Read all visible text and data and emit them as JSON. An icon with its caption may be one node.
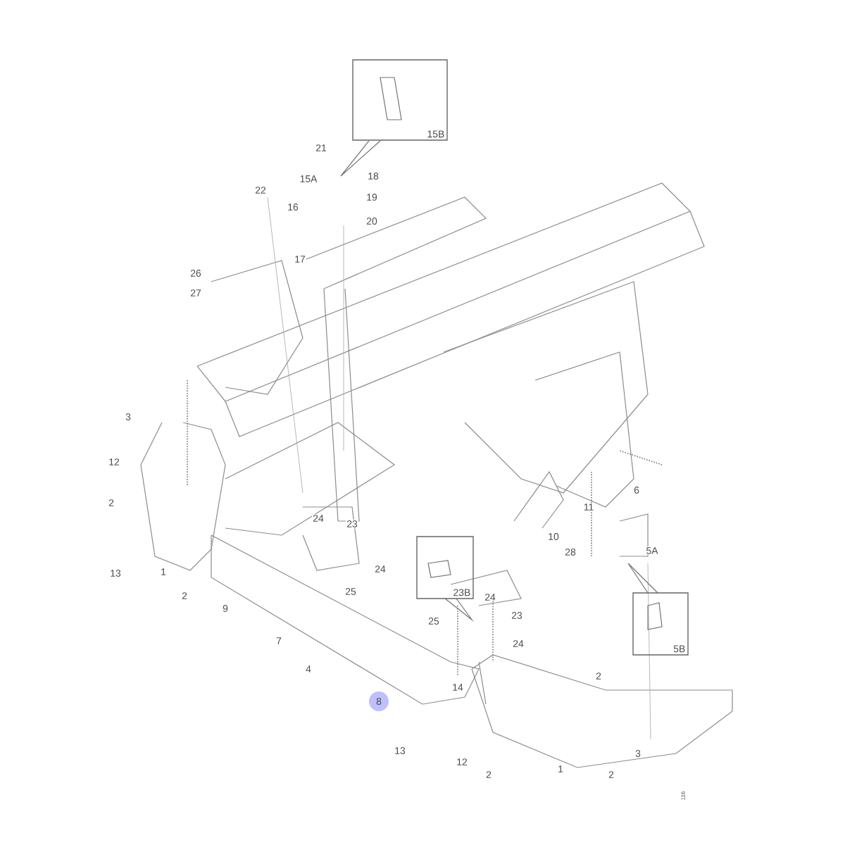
{
  "diagram": {
    "nodes": [
      {
        "text": [
          "15B"
        ]
      },
      {
        "text": [
          "23B"
        ]
      },
      {
        "text": [
          "5B"
        ]
      },
      {
        "text": [
          "8"
        ]
      }
    ],
    "labels": [
      "21",
      "15A",
      "18",
      "19",
      "22",
      "16",
      "20",
      "17",
      "26",
      "27",
      "3",
      "12",
      "6",
      "2",
      "11",
      "24",
      "23",
      "10",
      "28",
      "5A",
      "13",
      "1",
      "24",
      "2",
      "25",
      "9",
      "24",
      "25",
      "23",
      "7",
      "24",
      "4",
      "14",
      "2",
      "3",
      "13",
      "12",
      "1",
      "2",
      "2",
      "116"
    ]
  }
}
